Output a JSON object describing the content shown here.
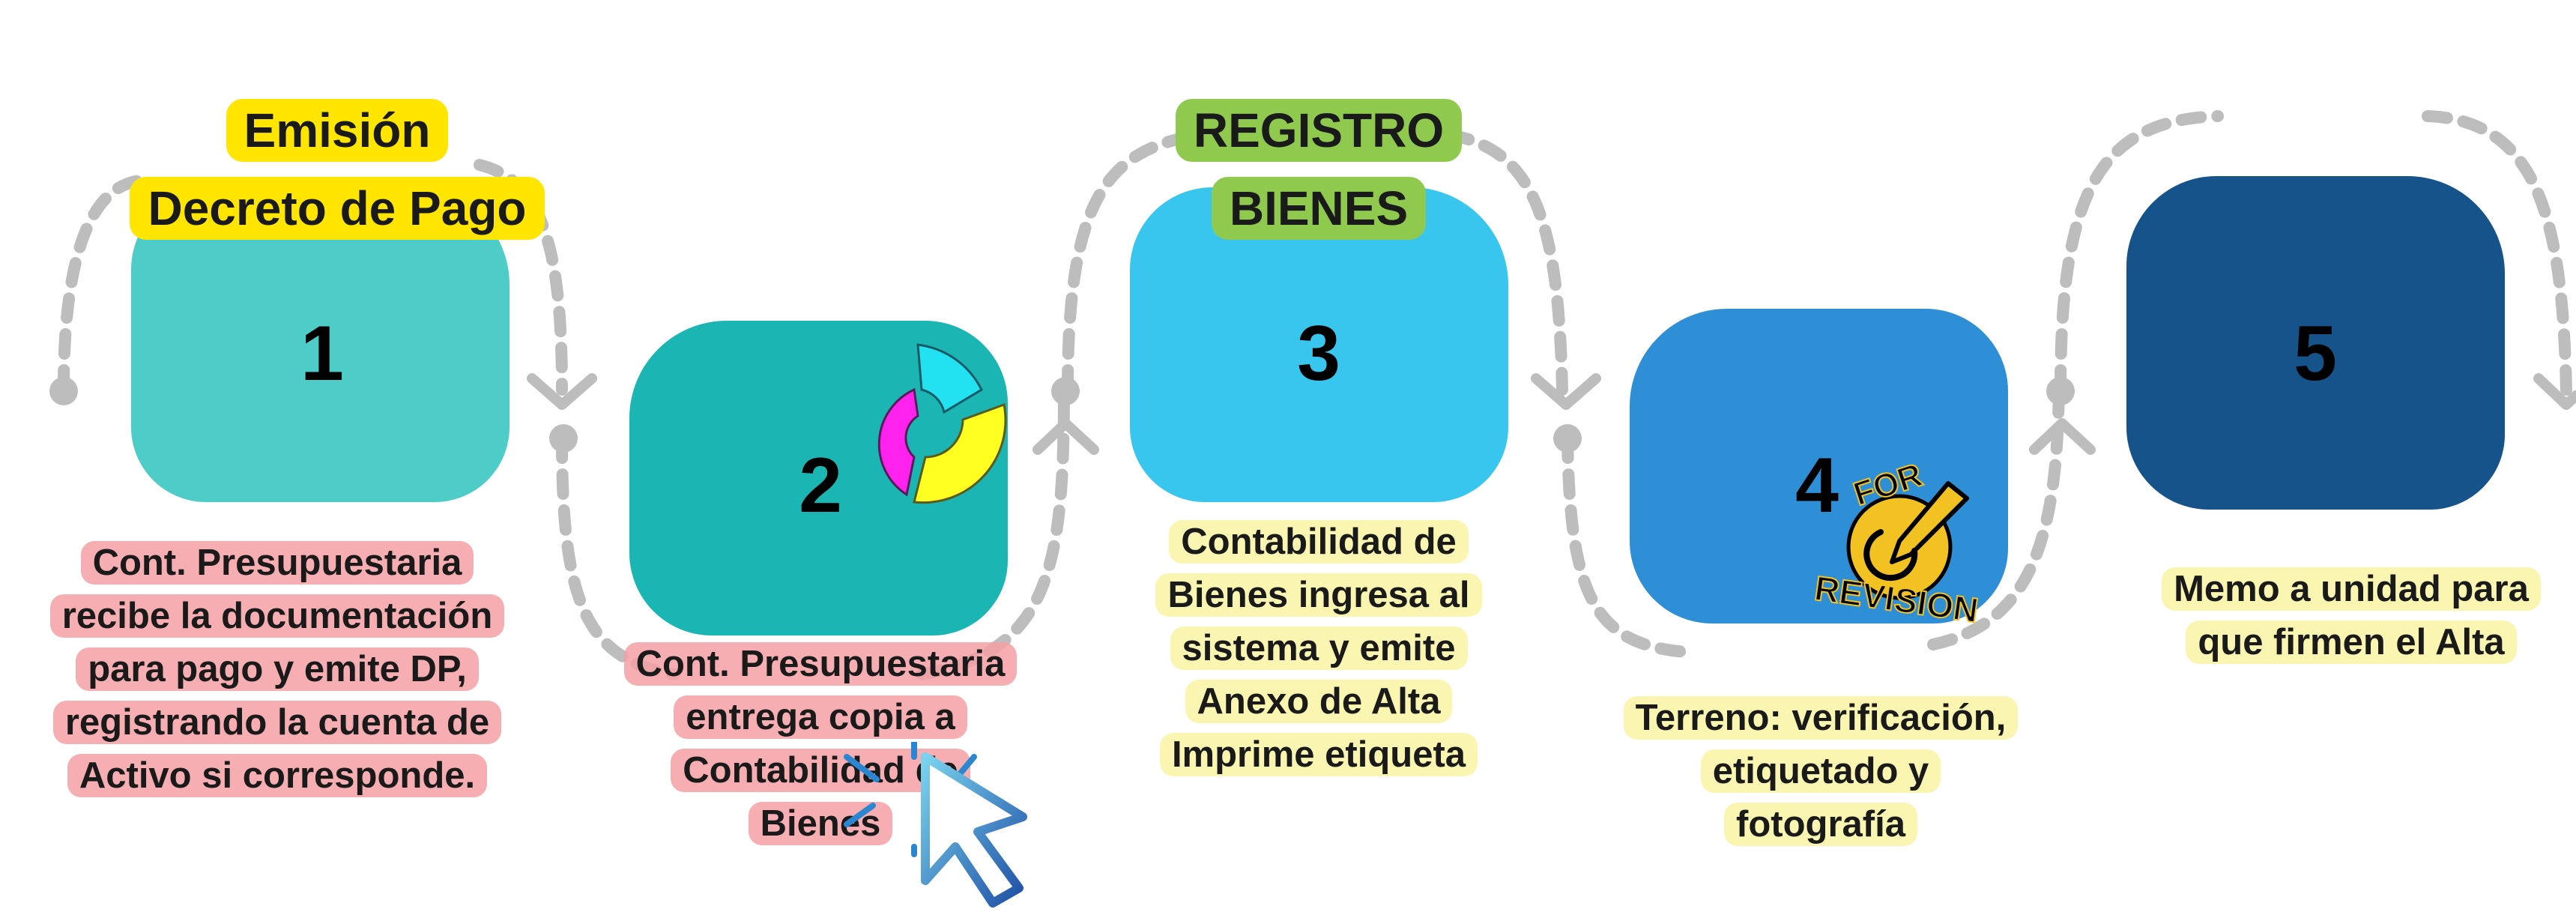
{
  "colors": {
    "tile1": "#4ecdc8",
    "tile2": "#1bb6b3",
    "tile3": "#38c6ee",
    "tile4": "#2e8fd6",
    "tile5": "#15538a",
    "heading1": "#ffe500",
    "heading2": "#8fca4f",
    "label_pink": "#f5a0a5",
    "label_yellow": "#faf5aa",
    "connector": "#bdbdbd"
  },
  "headings": {
    "emision": "Emisión\nDecreto de Pago",
    "registro": "REGISTRO\nBIENES"
  },
  "steps": [
    {
      "number": "1",
      "text": "Cont. Presupuestaria\nrecibe la documentación\npara pago y emite DP,\nregistrando la cuenta de\nActivo si corresponde."
    },
    {
      "number": "2",
      "text": "Cont. Presupuestaria\nentrega copia a\nContabilidad de\nBienes"
    },
    {
      "number": "3",
      "text": "Contabilidad de\nBienes ingresa al\nsistema y emite\nAnexo de Alta\nImprime etiqueta"
    },
    {
      "number": "4",
      "text": "Terreno: verificación,\netiquetado y\nfotografía"
    },
    {
      "number": "5",
      "text": "Memo a unidad para\nque firmen el Alta"
    }
  ],
  "stickers": {
    "pie": "pie-chart-sticker",
    "revision_top": "FOR",
    "revision_bottom": "REVISION",
    "cursor": "cursor-click-icon"
  }
}
